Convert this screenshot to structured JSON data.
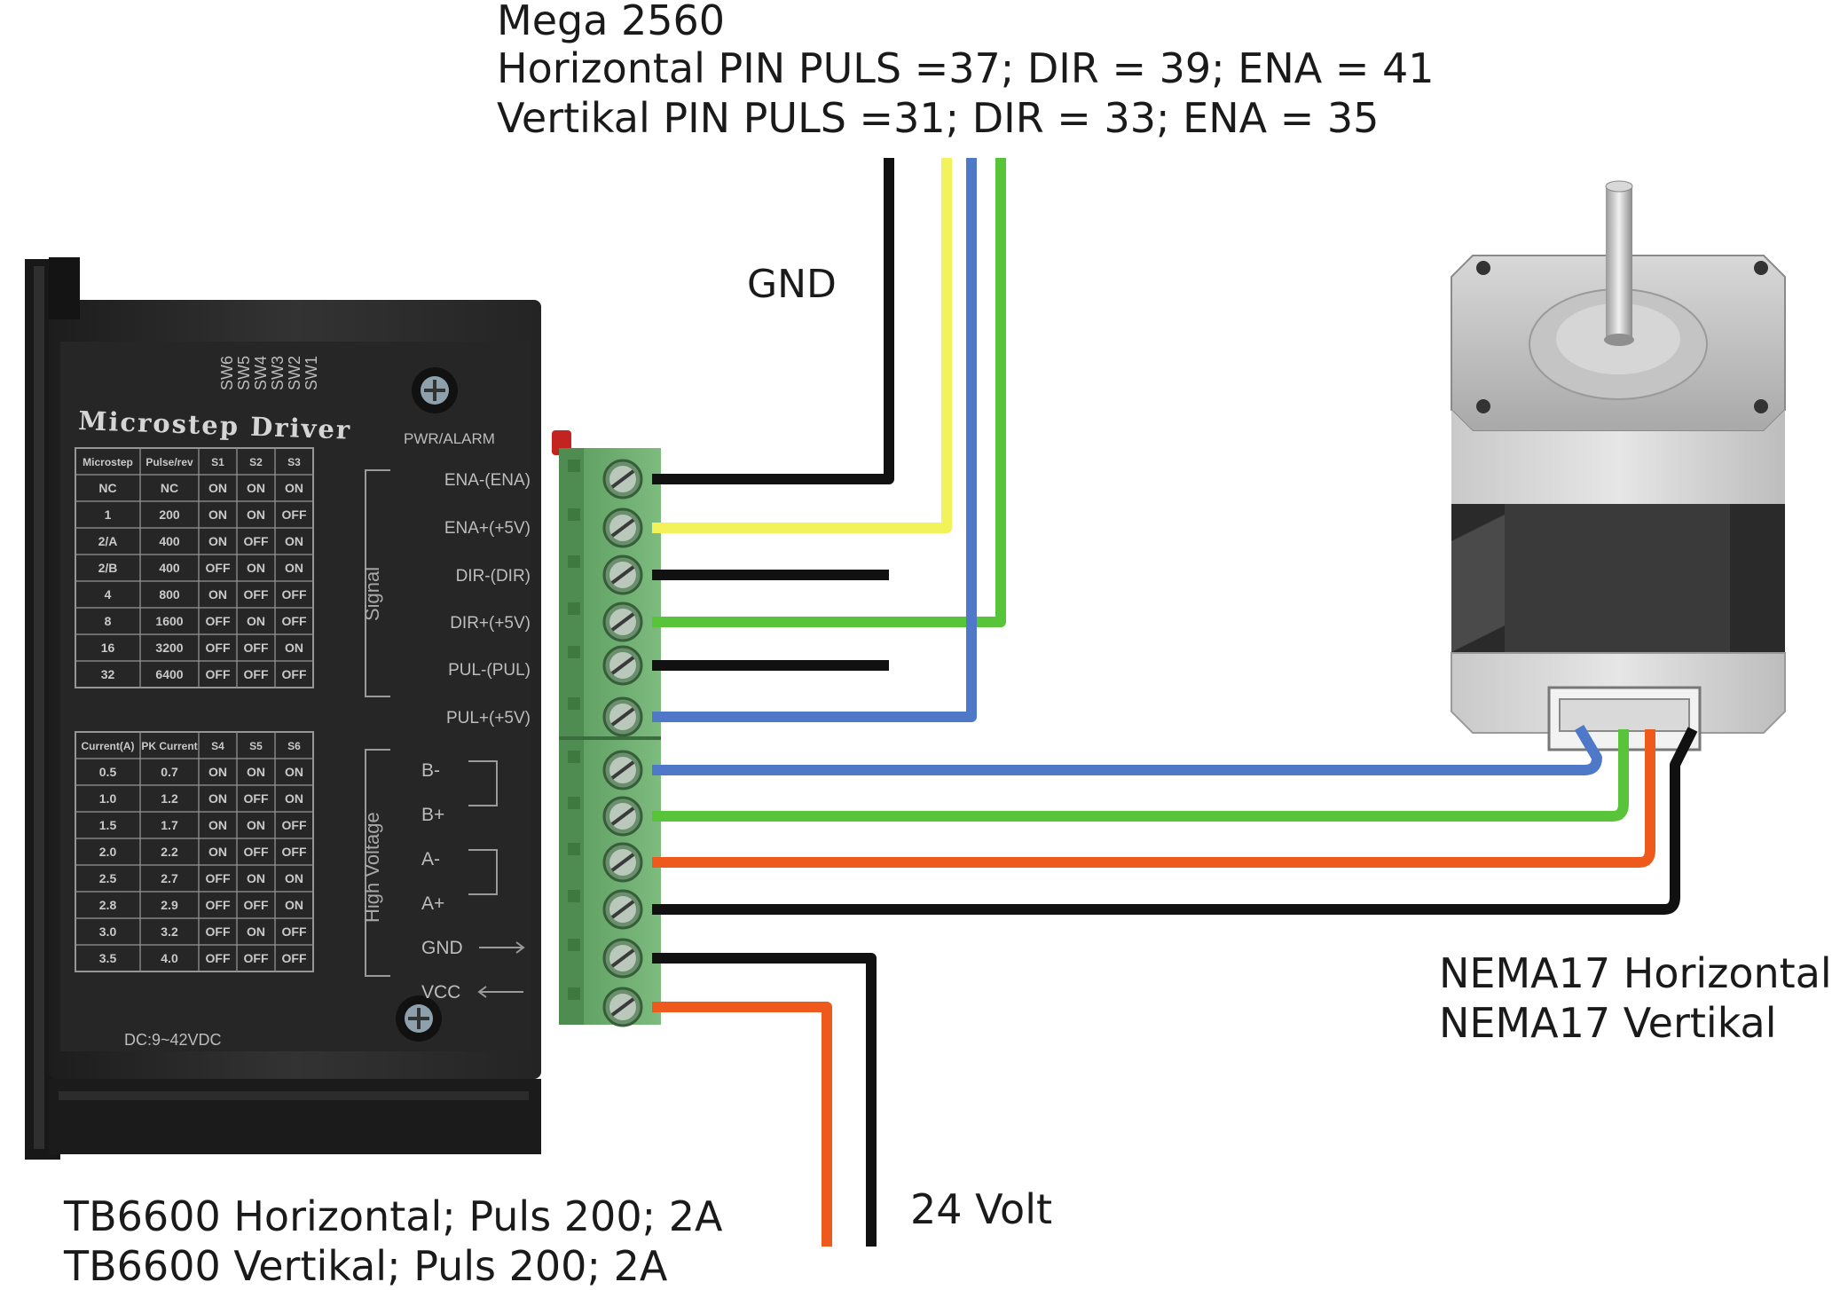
{
  "header": {
    "board": "Mega 2560",
    "horizontal_pins": "Horizontal PIN PULS =37; DIR = 39; ENA = 41",
    "vertical_pins": "Vertikal PIN PULS =31; DIR = 33; ENA = 35"
  },
  "wire_label_gnd": "GND",
  "driver": {
    "title": "Microstep Driver",
    "sw_labels": [
      "SW6",
      "SW5",
      "SW4",
      "SW3",
      "SW2",
      "SW1"
    ],
    "pwr_alarm": "PWR/ALARM",
    "signal_group": "Signal",
    "hv_group": "High Voltage",
    "dc_range": "DC:9~42VDC",
    "signal_terminals": [
      "ENA-(ENA)",
      "ENA+(+5V)",
      "DIR-(DIR)",
      "DIR+(+5V)",
      "PUL-(PUL)",
      "PUL+(+5V)"
    ],
    "hv_terminals": [
      "B-",
      "B+",
      "A-",
      "A+",
      "GND",
      "VCC"
    ],
    "microstep_table": {
      "headers": [
        "Microstep",
        "Pulse/rev",
        "S1",
        "S2",
        "S3"
      ],
      "rows": [
        [
          "NC",
          "NC",
          "ON",
          "ON",
          "ON"
        ],
        [
          "1",
          "200",
          "ON",
          "ON",
          "OFF"
        ],
        [
          "2/A",
          "400",
          "ON",
          "OFF",
          "ON"
        ],
        [
          "2/B",
          "400",
          "OFF",
          "ON",
          "ON"
        ],
        [
          "4",
          "800",
          "ON",
          "OFF",
          "OFF"
        ],
        [
          "8",
          "1600",
          "OFF",
          "ON",
          "OFF"
        ],
        [
          "16",
          "3200",
          "OFF",
          "OFF",
          "ON"
        ],
        [
          "32",
          "6400",
          "OFF",
          "OFF",
          "OFF"
        ]
      ]
    },
    "current_table": {
      "headers": [
        "Current(A)",
        "PK Current",
        "S4",
        "S5",
        "S6"
      ],
      "rows": [
        [
          "0.5",
          "0.7",
          "ON",
          "ON",
          "ON"
        ],
        [
          "1.0",
          "1.2",
          "ON",
          "OFF",
          "ON"
        ],
        [
          "1.5",
          "1.7",
          "ON",
          "ON",
          "OFF"
        ],
        [
          "2.0",
          "2.2",
          "ON",
          "OFF",
          "OFF"
        ],
        [
          "2.5",
          "2.7",
          "OFF",
          "ON",
          "ON"
        ],
        [
          "2.8",
          "2.9",
          "OFF",
          "OFF",
          "ON"
        ],
        [
          "3.0",
          "3.2",
          "OFF",
          "ON",
          "OFF"
        ],
        [
          "3.5",
          "4.0",
          "OFF",
          "OFF",
          "OFF"
        ]
      ]
    }
  },
  "motor_label": {
    "line1": "NEMA17 Horizontal",
    "line2": "NEMA17 Vertikal"
  },
  "driver_label": {
    "line1": "TB6600 Horizontal; Puls 200; 2A",
    "line2": "TB6600 Vertikal; Puls 200; 2A"
  },
  "supply_label": "24 Volt",
  "colors": {
    "black": "#111111",
    "yellow": "#f2f25a",
    "blue": "#4f78c9",
    "green": "#58c43a",
    "orange": "#ee5a1c",
    "driver_body": "#2b2b2b",
    "terminal_green": "#6cab6e",
    "motor_gray": "#bdbdbd"
  }
}
